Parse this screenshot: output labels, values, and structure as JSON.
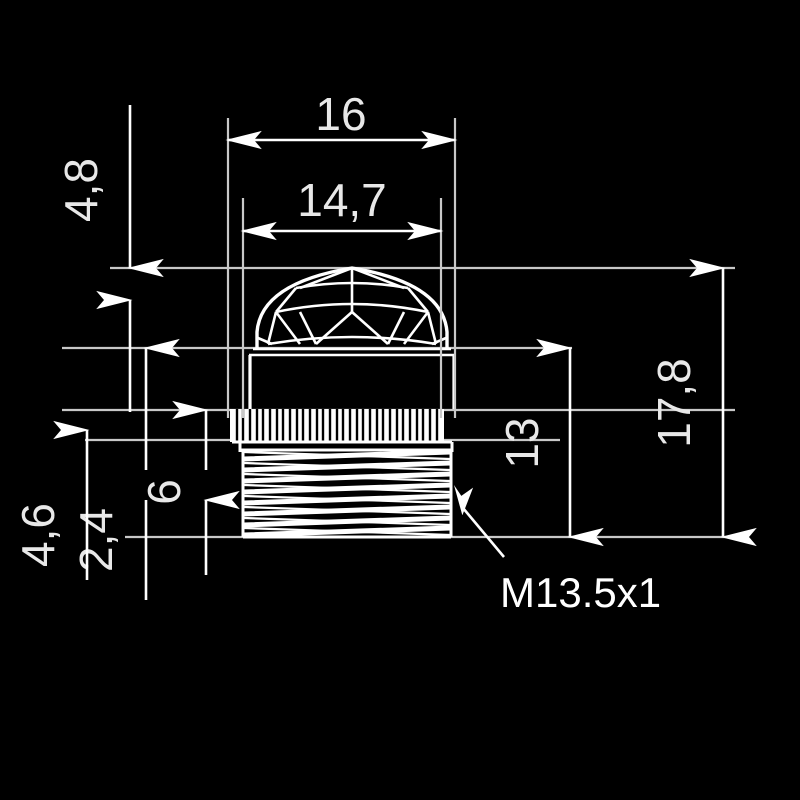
{
  "drawing": {
    "title": "E27-style lamp base technical drawing",
    "background_color": "#000000",
    "line_color": "#d9d9d9",
    "part_color": "#ffffff",
    "text_color": "#e8e8e8"
  },
  "dimensions": {
    "width_outer": "16",
    "width_inner": "14,7",
    "height_total": "17,8",
    "height_body": "13",
    "height_top": "4,8",
    "height_lower_a": "4,6",
    "height_lower_b": "2,4",
    "height_thread": "6"
  },
  "annotations": {
    "thread_spec": "M13.5x1"
  },
  "labels": [
    {
      "id": "dim-16",
      "text": "16",
      "orientation": "horizontal"
    },
    {
      "id": "dim-14-7",
      "text": "14,7",
      "orientation": "horizontal"
    },
    {
      "id": "dim-4-8",
      "text": "4,8",
      "orientation": "vertical"
    },
    {
      "id": "dim-4-6",
      "text": "4,6",
      "orientation": "vertical"
    },
    {
      "id": "dim-2-4",
      "text": "2,4",
      "orientation": "vertical"
    },
    {
      "id": "dim-6",
      "text": "6",
      "orientation": "vertical"
    },
    {
      "id": "dim-13",
      "text": "13",
      "orientation": "vertical"
    },
    {
      "id": "dim-17-8",
      "text": "17,8",
      "orientation": "vertical"
    },
    {
      "id": "note-thread",
      "text": "M13.5x1",
      "orientation": "horizontal"
    }
  ]
}
